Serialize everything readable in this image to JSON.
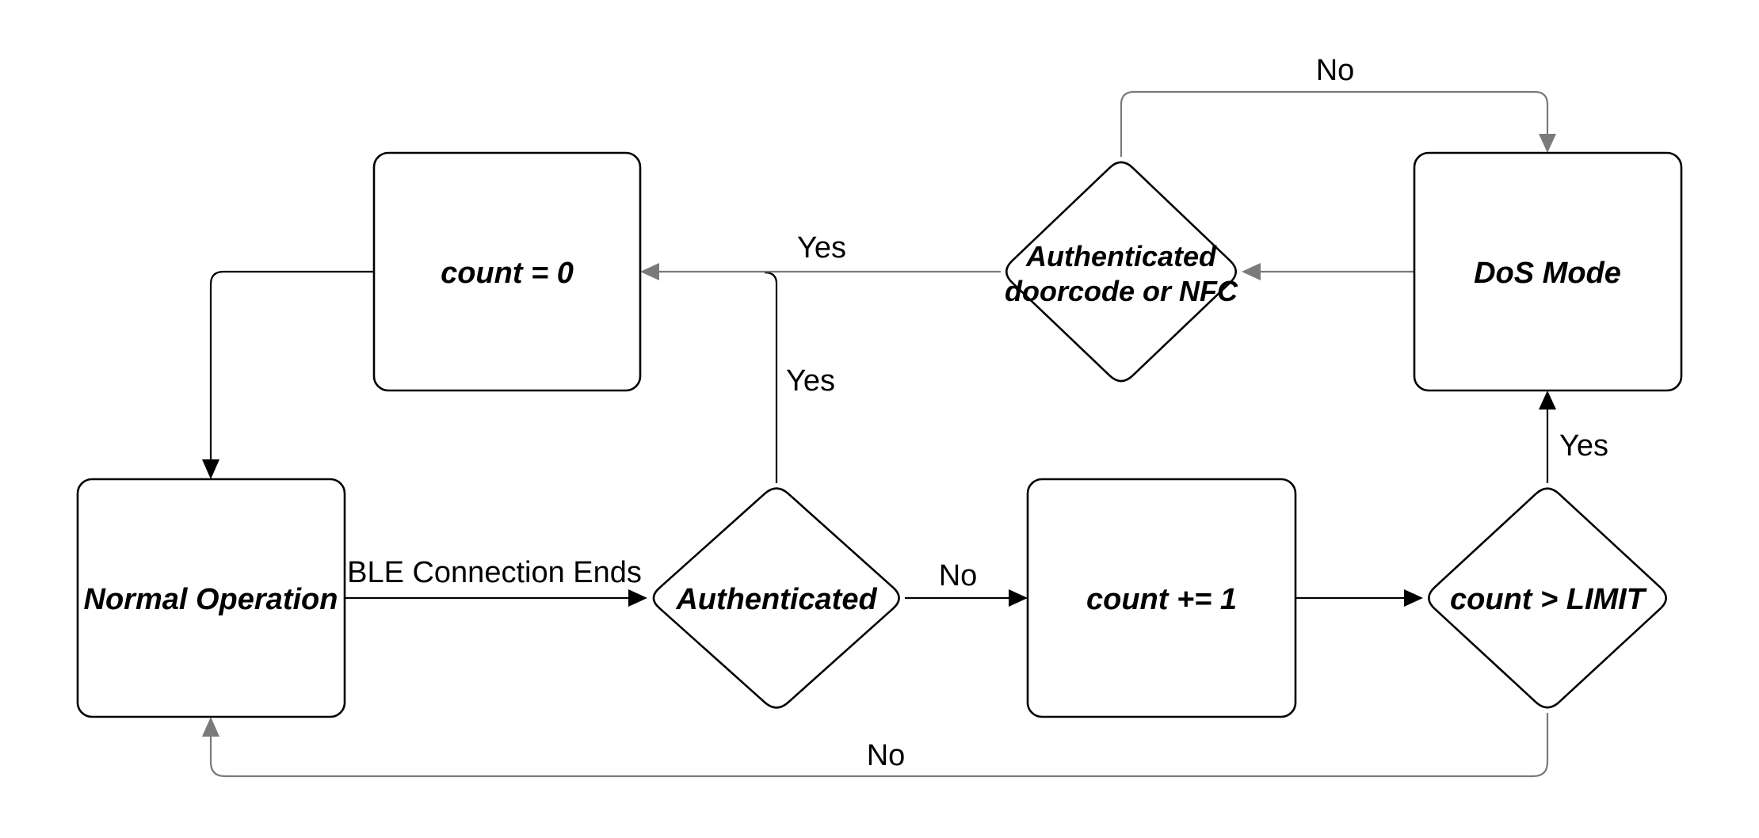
{
  "diagram": {
    "title": "BLE disconnect counter / DoS mode state machine flowchart",
    "colors": {
      "background": "#ffffff",
      "black": "#000000",
      "gray": "#7a7a7a"
    },
    "nodes": [
      {
        "id": "count-zero",
        "type": "process",
        "label": "count = 0"
      },
      {
        "id": "normal-operation",
        "type": "process",
        "label": "Normal Operation"
      },
      {
        "id": "authenticated",
        "type": "decision",
        "label": "Authenticated"
      },
      {
        "id": "count-increment",
        "type": "process",
        "label": "count += 1"
      },
      {
        "id": "count-limit",
        "type": "decision",
        "label": "count > LIMIT"
      },
      {
        "id": "dos-mode",
        "type": "process",
        "label": "DoS Mode"
      },
      {
        "id": "auth-doorcode",
        "type": "decision",
        "line1": "Authenticated",
        "line2": "doorcode or NFC"
      }
    ],
    "edge_labels": {
      "ble_connection_ends": "BLE Connection Ends",
      "authenticated_yes": "Yes",
      "authenticated_no": "No",
      "limit_yes": "Yes",
      "limit_no": "No",
      "doorcode_yes": "Yes",
      "doorcode_no": "No"
    }
  }
}
